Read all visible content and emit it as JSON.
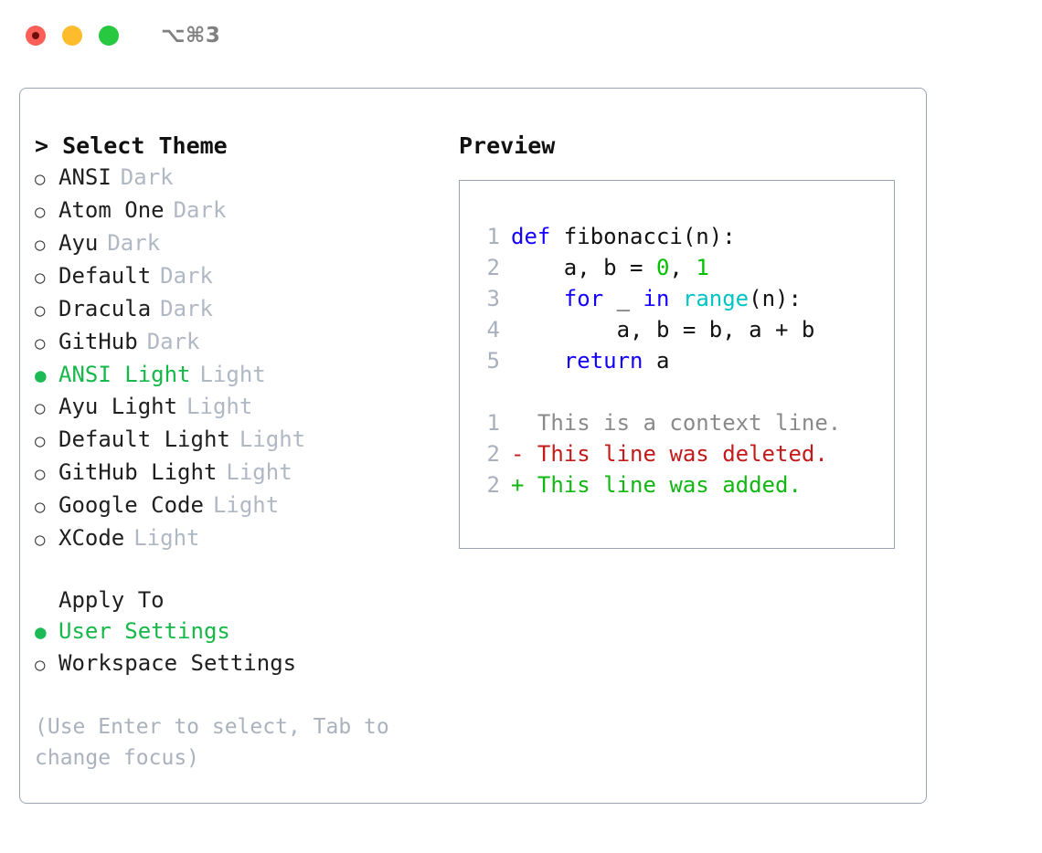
{
  "window": {
    "title": "⌥⌘3",
    "traffic_lights": [
      "close",
      "minimize",
      "maximize"
    ]
  },
  "theme_section": {
    "header": "> Select Theme",
    "options": [
      {
        "marker": "○",
        "label": "ANSI",
        "kind": "Dark",
        "selected": false
      },
      {
        "marker": "○",
        "label": "Atom One",
        "kind": "Dark",
        "selected": false
      },
      {
        "marker": "○",
        "label": "Ayu",
        "kind": "Dark",
        "selected": false
      },
      {
        "marker": "○",
        "label": "Default",
        "kind": "Dark",
        "selected": false
      },
      {
        "marker": "○",
        "label": "Dracula",
        "kind": "Dark",
        "selected": false
      },
      {
        "marker": "○",
        "label": "GitHub",
        "kind": "Dark",
        "selected": false
      },
      {
        "marker": "●",
        "label": "ANSI Light",
        "kind": "Light",
        "selected": true
      },
      {
        "marker": "○",
        "label": "Ayu Light",
        "kind": "Light",
        "selected": false
      },
      {
        "marker": "○",
        "label": "Default Light",
        "kind": "Light",
        "selected": false
      },
      {
        "marker": "○",
        "label": "GitHub Light",
        "kind": "Light",
        "selected": false
      },
      {
        "marker": "○",
        "label": "Google Code",
        "kind": "Light",
        "selected": false
      },
      {
        "marker": "○",
        "label": "XCode",
        "kind": "Light",
        "selected": false
      }
    ]
  },
  "apply_section": {
    "title": "Apply To",
    "options": [
      {
        "marker": "●",
        "label": "User Settings",
        "selected": true
      },
      {
        "marker": "○",
        "label": "Workspace Settings",
        "selected": false
      }
    ]
  },
  "hint": "(Use Enter to select, Tab to change focus)",
  "preview": {
    "title": "Preview",
    "code_lines": [
      {
        "num": "1",
        "tokens": [
          {
            "t": "def",
            "c": "kw"
          },
          {
            "t": " fibonacci(n):",
            "c": "pl"
          }
        ]
      },
      {
        "num": "2",
        "tokens": [
          {
            "t": "    a, b = ",
            "c": "pl"
          },
          {
            "t": "0",
            "c": "num"
          },
          {
            "t": ", ",
            "c": "pl"
          },
          {
            "t": "1",
            "c": "num"
          }
        ]
      },
      {
        "num": "3",
        "tokens": [
          {
            "t": "    ",
            "c": "pl"
          },
          {
            "t": "for",
            "c": "kw"
          },
          {
            "t": " _ ",
            "c": "pl"
          },
          {
            "t": "in",
            "c": "kw"
          },
          {
            "t": " ",
            "c": "pl"
          },
          {
            "t": "range",
            "c": "fn"
          },
          {
            "t": "(n):",
            "c": "pl"
          }
        ]
      },
      {
        "num": "4",
        "tokens": [
          {
            "t": "        a, b = b, a + b",
            "c": "pl"
          }
        ]
      },
      {
        "num": "5",
        "tokens": [
          {
            "t": "    ",
            "c": "pl"
          },
          {
            "t": "return",
            "c": "kw"
          },
          {
            "t": " a",
            "c": "pl"
          }
        ]
      }
    ],
    "diff_lines": [
      {
        "num": "1",
        "sign": " ",
        "text": " This is a context line.",
        "kind": "context"
      },
      {
        "num": "2",
        "sign": "-",
        "text": " This line was deleted.",
        "kind": "del"
      },
      {
        "num": "2",
        "sign": "+",
        "text": " This line was added.",
        "kind": "add"
      }
    ]
  },
  "colors": {
    "accent_green": "#16b84a",
    "keyword_blue": "#1400ff",
    "function_cyan": "#00c4c4",
    "number_green": "#00c000",
    "diff_add": "#13b713",
    "diff_del": "#c31b1b",
    "muted": "#b0b8c4",
    "border": "#9aa5b4"
  }
}
